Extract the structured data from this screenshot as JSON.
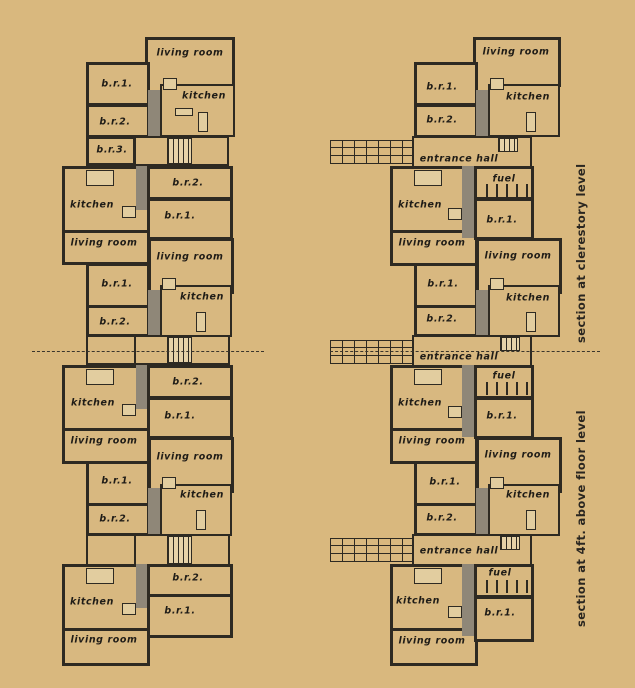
{
  "colors": {
    "paper": "#d9b87e",
    "wall": "#2e2a22",
    "corridor": "#8f8778",
    "label": "#1f1c17"
  },
  "annotations": {
    "upper_section": "section at clerestory level",
    "lower_section": "section at 4ft. above floor level"
  },
  "rooms": {
    "living_room": "living room",
    "kitchen": "kitchen",
    "br1": "b.r.1.",
    "br2": "b.r.2.",
    "br3": "b.r.3.",
    "entrance_hall": "entrance hall",
    "fuel": "fuel"
  },
  "left_plan": {
    "title": "section at 4ft. above floor level",
    "units": [
      {
        "living": "living room",
        "kitchen": "kitchen",
        "br1": "b.r.1.",
        "br2": "b.r.2.",
        "br3": "b.r.3."
      },
      {
        "living": "living room",
        "kitchen": "kitchen",
        "br1": "b.r.1.",
        "br2": "b.r.2."
      },
      {
        "living": "living room",
        "kitchen": "kitchen",
        "br1": "b.r.1.",
        "br2": "b.r.2."
      },
      {
        "living": "living room",
        "kitchen": "kitchen",
        "br1": "b.r.1.",
        "br2": "b.r.2."
      },
      {
        "living": "living room",
        "kitchen": "kitchen",
        "br1": "b.r.1.",
        "br2": "b.r.2."
      },
      {
        "living": "living room",
        "kitchen": "kitchen",
        "br1": "b.r.1.",
        "br2": "b.r.2."
      }
    ]
  },
  "right_plan": {
    "units": [
      {
        "living": "living room",
        "kitchen": "kitchen",
        "br1": "b.r.1.",
        "br2": "b.r.2."
      },
      {
        "entrance": "entrance hall",
        "fuel": "fuel"
      },
      {
        "living": "living room",
        "kitchen": "kitchen",
        "br1": "b.r.1."
      },
      {
        "living": "living room",
        "kitchen": "kitchen",
        "br1": "b.r.1.",
        "br2": "b.r.2."
      },
      {
        "entrance": "entrance hall",
        "fuel": "fuel"
      },
      {
        "living": "living room",
        "kitchen": "kitchen",
        "br1": "b.r.1."
      },
      {
        "living": "living room",
        "kitchen": "kitchen",
        "br1": "b.r.1.",
        "br2": "b.r.2."
      },
      {
        "entrance": "entrance hall",
        "fuel": "fuel"
      },
      {
        "living": "living room",
        "kitchen": "kitchen",
        "br1": "b.r.1."
      }
    ]
  }
}
